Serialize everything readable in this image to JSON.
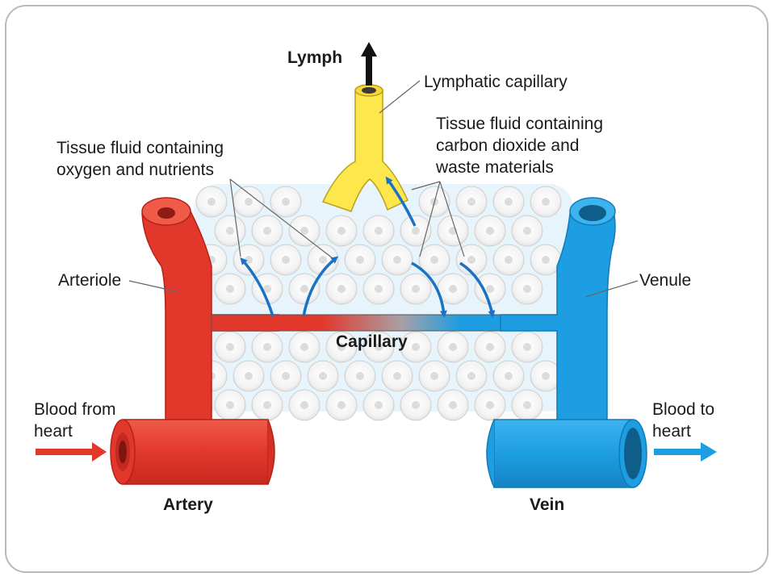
{
  "labels": {
    "lymph": "Lymph",
    "lymphatic_capillary": "Lymphatic capillary",
    "tissue_fluid_waste": "Tissue fluid containing\ncarbon dioxide and\nwaste materials",
    "tissue_fluid_oxygen": "Tissue fluid containing\noxygen and nutrients",
    "arteriole": "Arteriole",
    "venule": "Venule",
    "capillary": "Capillary",
    "blood_from_heart": "Blood from\nheart",
    "blood_to_heart": "Blood to\nheart",
    "artery": "Artery",
    "vein": "Vein"
  },
  "colors": {
    "artery": "#e2382c",
    "vein": "#1d9ee2",
    "lymph": "#fde74c",
    "flow_arrow": "#1a72c4",
    "cells": "#dcdcdc"
  }
}
